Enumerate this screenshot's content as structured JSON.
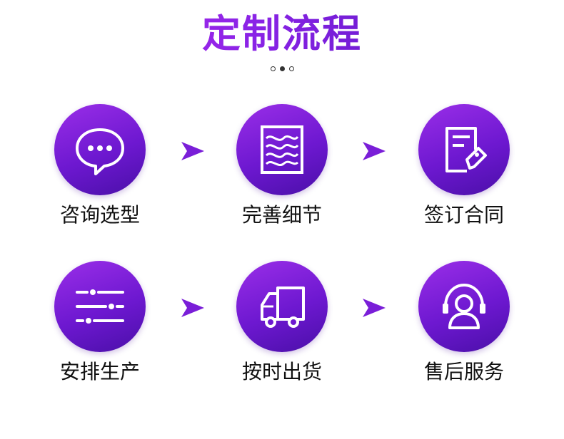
{
  "title": "定制流程",
  "pager": {
    "total": 3,
    "active": 2
  },
  "steps": [
    {
      "label": "咨询选型",
      "icon": "chat-bubble-icon"
    },
    {
      "label": "完善细节",
      "icon": "waves-icon"
    },
    {
      "label": "签订合同",
      "icon": "contract-icon"
    },
    {
      "label": "安排生产",
      "icon": "sliders-icon"
    },
    {
      "label": "按时出货",
      "icon": "truck-icon"
    },
    {
      "label": "售后服务",
      "icon": "headset-icon"
    }
  ],
  "colors": {
    "accent": "#6d18d0",
    "title_start": "#c42cf0",
    "title_end": "#4a12b8"
  }
}
